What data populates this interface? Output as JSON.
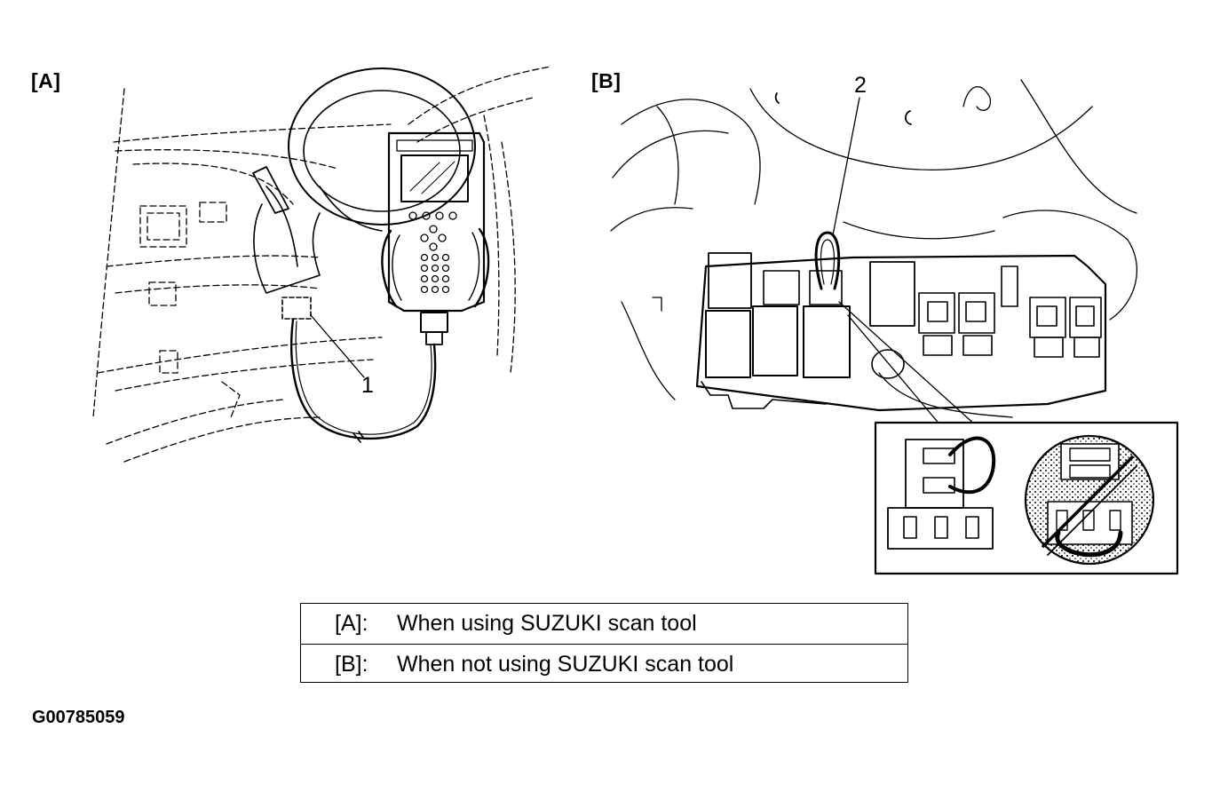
{
  "panels": {
    "a_label": "[A]",
    "b_label": "[B]"
  },
  "callouts": {
    "one": "1",
    "two": "2"
  },
  "legend": {
    "rows": [
      {
        "key": "[A]:",
        "text": "When using SUZUKI scan tool"
      },
      {
        "key": "[B]:",
        "text": "When not using SUZUKI scan tool"
      }
    ]
  },
  "figure_id": "G00785059"
}
